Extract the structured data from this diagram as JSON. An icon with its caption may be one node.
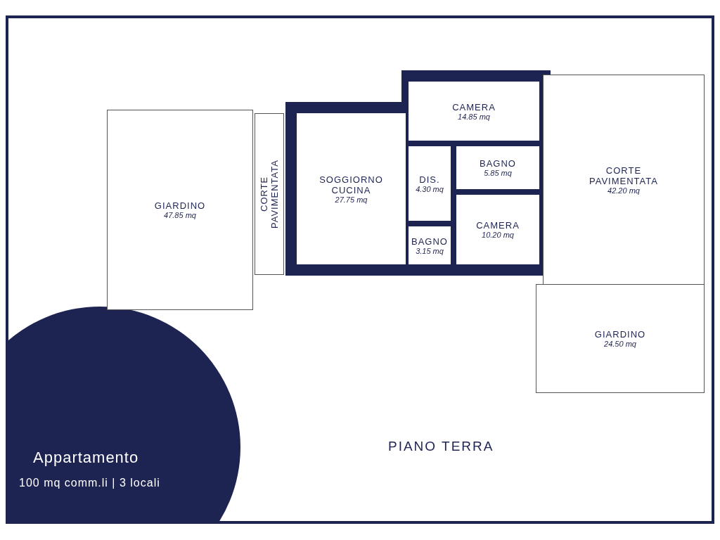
{
  "diagram": {
    "nodes": [
      {
        "text": [
          "GIARDINO",
          "47.85 mq"
        ]
      },
      {
        "text": [
          "CORTE PAVIMENTATA"
        ]
      },
      {
        "text": [
          "SOGGIORNO CUCINA",
          "27.75 mq"
        ]
      },
      {
        "text": [
          "CAMERA",
          "14.85 mq"
        ]
      },
      {
        "text": [
          "BAGNO",
          "5.85 mq"
        ]
      },
      {
        "text": [
          "DIS.",
          "4.30 mq"
        ]
      },
      {
        "text": [
          "CAMERA",
          "10.20 mq"
        ]
      },
      {
        "text": [
          "BAGNO",
          "3.15 mq"
        ]
      },
      {
        "text": [
          "CORTE PAVIMENTATA",
          "42.20 mq"
        ]
      },
      {
        "text": [
          "GIARDINO",
          "24.50 mq"
        ]
      }
    ],
    "edges": [],
    "labels": [
      "Appartamento",
      "100 mq comm.li | 3 locali",
      "PIANO TERRA"
    ]
  }
}
